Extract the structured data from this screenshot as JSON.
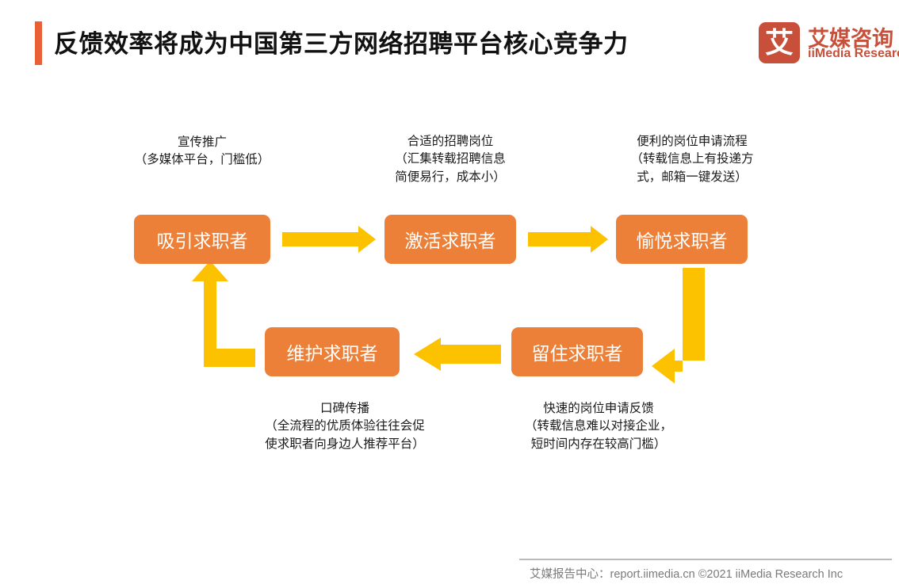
{
  "header": {
    "title": "反馈效率将成为中国第三方网络招聘平台核心竞争力",
    "accent_color": "#ea6036"
  },
  "logo": {
    "mark_glyph": "艾",
    "name_cn": "艾媒咨询",
    "name_en": "iiMedia Research",
    "color": "#c8503a"
  },
  "diagram": {
    "type": "cycle-flow",
    "node_color": "#ec8038",
    "arrow_color": "#fcc200",
    "nodes": [
      {
        "id": "attract",
        "label": "吸引求职者"
      },
      {
        "id": "activate",
        "label": "激活求职者"
      },
      {
        "id": "delight",
        "label": "愉悦求职者"
      },
      {
        "id": "retain",
        "label": "留住求职者"
      },
      {
        "id": "maintain",
        "label": "维护求职者"
      }
    ],
    "captions": {
      "attract": {
        "line1": "宣传推广",
        "line2": "（多媒体平台，门槛低）"
      },
      "activate": {
        "line1": "合适的招聘岗位",
        "line2": "（汇集转载招聘信息",
        "line3": "简便易行，成本小）"
      },
      "delight": {
        "line1": "便利的岗位申请流程",
        "line2": "（转载信息上有投递方",
        "line3": "式，邮箱一键发送）"
      },
      "maintain": {
        "line1": "口碑传播",
        "line2": "（全流程的优质体验往往会促",
        "line3": "使求职者向身边人推荐平台）"
      },
      "retain": {
        "line1": "快速的岗位申请反馈",
        "line2": "（转载信息难以对接企业，",
        "line3": "短时间内存在较高门槛）"
      }
    },
    "flow_order": [
      "attract",
      "activate",
      "delight",
      "retain",
      "maintain",
      "attract"
    ]
  },
  "footer": {
    "text": "艾媒报告中心：report.iimedia.cn   ©2021   iiMedia Research  Inc"
  }
}
